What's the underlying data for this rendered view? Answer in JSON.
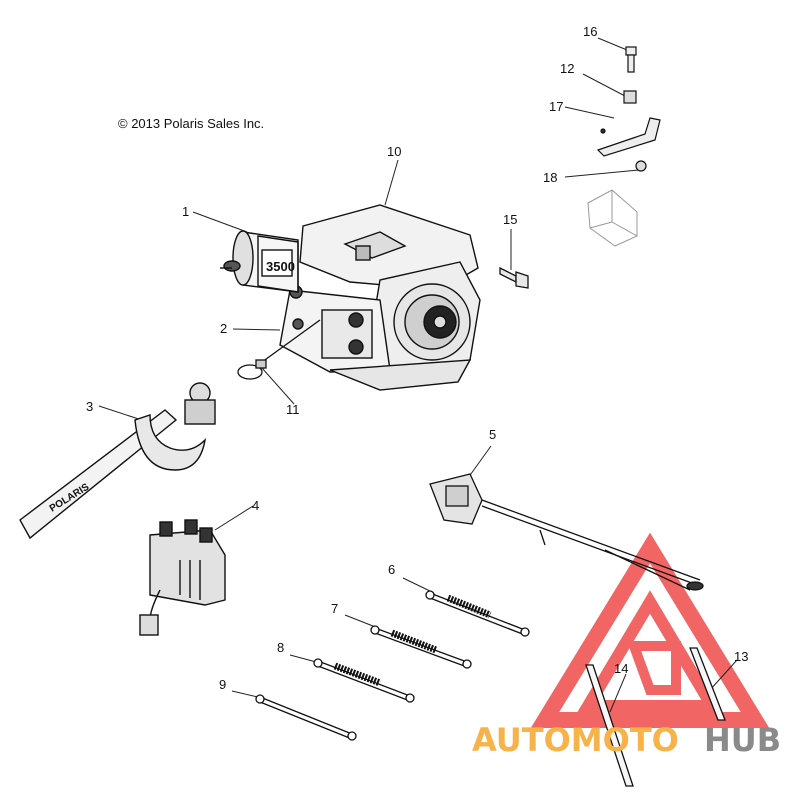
{
  "copyright": "© 2013 Polaris Sales Inc.",
  "winch_badge": "3500",
  "rope_brand": "POLARIS",
  "watermark": {
    "word_a": "AUTOMOTO",
    "word_b": "HUB",
    "color_a": "#f7b24a",
    "color_b": "#8a8a8a",
    "logo_color": "#f04b4b"
  },
  "callouts": {
    "c1": "1",
    "c2": "2",
    "c3": "3",
    "c4": "4",
    "c5": "5",
    "c6": "6",
    "c7": "7",
    "c8": "8",
    "c9": "9",
    "c10": "10",
    "c11": "11",
    "c12": "12",
    "c13": "13",
    "c14": "14",
    "c15": "15",
    "c16": "16",
    "c17": "17",
    "c18": "18"
  }
}
